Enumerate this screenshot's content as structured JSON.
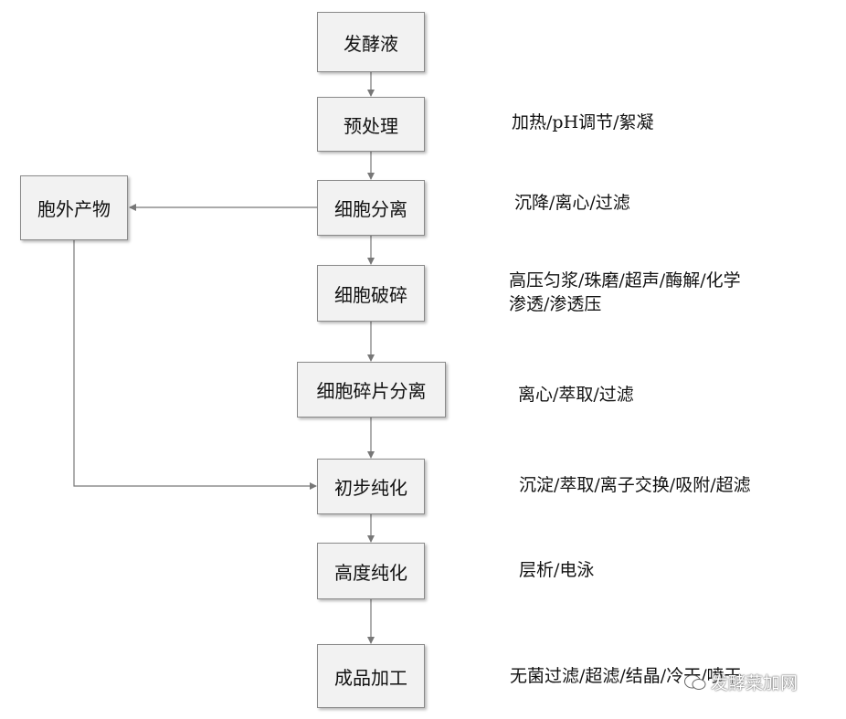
{
  "steps": {
    "fermentation_broth": "发酵液",
    "pretreatment": "预处理",
    "cell_separation": "细胞分离",
    "extracellular_product": "胞外产物",
    "cell_disruption": "细胞破碎",
    "debris_separation": "细胞碎片分离",
    "initial_purification": "初步纯化",
    "high_purification": "高度纯化",
    "final_processing": "成品加工"
  },
  "notes": {
    "pretreatment": "加热/pH调节/絮凝",
    "cell_separation": "沉降/离心/过滤",
    "cell_disruption_line1": "高压匀浆/珠磨/超声/酶解/化学",
    "cell_disruption_line2": "渗透/渗透压",
    "debris_separation": "离心/萃取/过滤",
    "initial_purification": "沉淀/萃取/离子交换/吸附/超滤",
    "high_purification": "层析/电泳",
    "final_processing": "无菌过滤/超滤/结晶/冷干/喷干"
  },
  "watermark": "发酵菜加网",
  "colors": {
    "box_fill": "#f2f2f2",
    "box_border": "#8a8a8a",
    "connector": "#777777"
  }
}
